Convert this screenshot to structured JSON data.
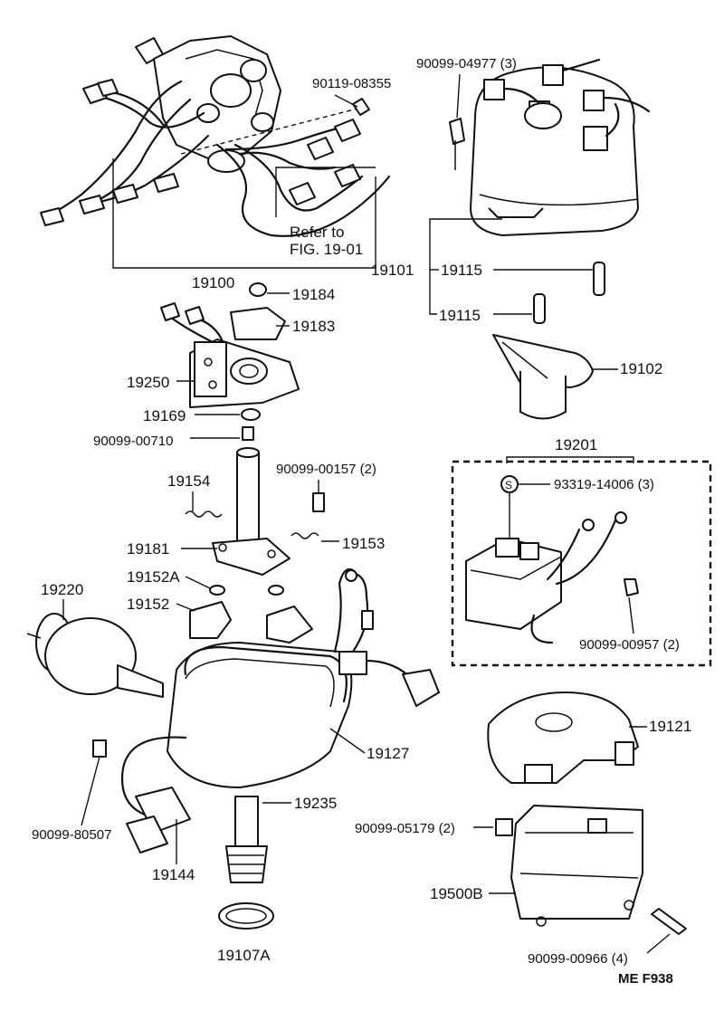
{
  "labels": {
    "p19100": "19100",
    "p90119": "90119-08355",
    "refer1": "Refer to",
    "refer2": "FIG. 19-01",
    "p90099_04977": "90099-04977 (3)",
    "p19101": "19101",
    "p19115a": "19115",
    "p19115b": "19115",
    "p19102": "19102",
    "p19184": "19184",
    "p19183": "19183",
    "p19250": "19250",
    "p19169": "19169",
    "p90099_00710": "90099-00710",
    "p19154": "19154",
    "p90099_00157": "90099-00157 (2)",
    "p19153": "19153",
    "p19181": "19181",
    "p19152A": "19152A",
    "p19152": "19152",
    "p19220": "19220",
    "p19201": "19201",
    "p93319": "93319-14006 (3)",
    "s_mark": "S",
    "p90099_00957": "90099-00957 (2)",
    "p19127": "19127",
    "p19121": "19121",
    "p19235": "19235",
    "p90099_80507": "90099-80507",
    "p19144": "19144",
    "p90099_05179": "90099-05179 (2)",
    "p19500B": "19500B",
    "p90099_00966": "90099-00966 (4)",
    "p19107A": "19107A",
    "code": "ME  F938"
  }
}
